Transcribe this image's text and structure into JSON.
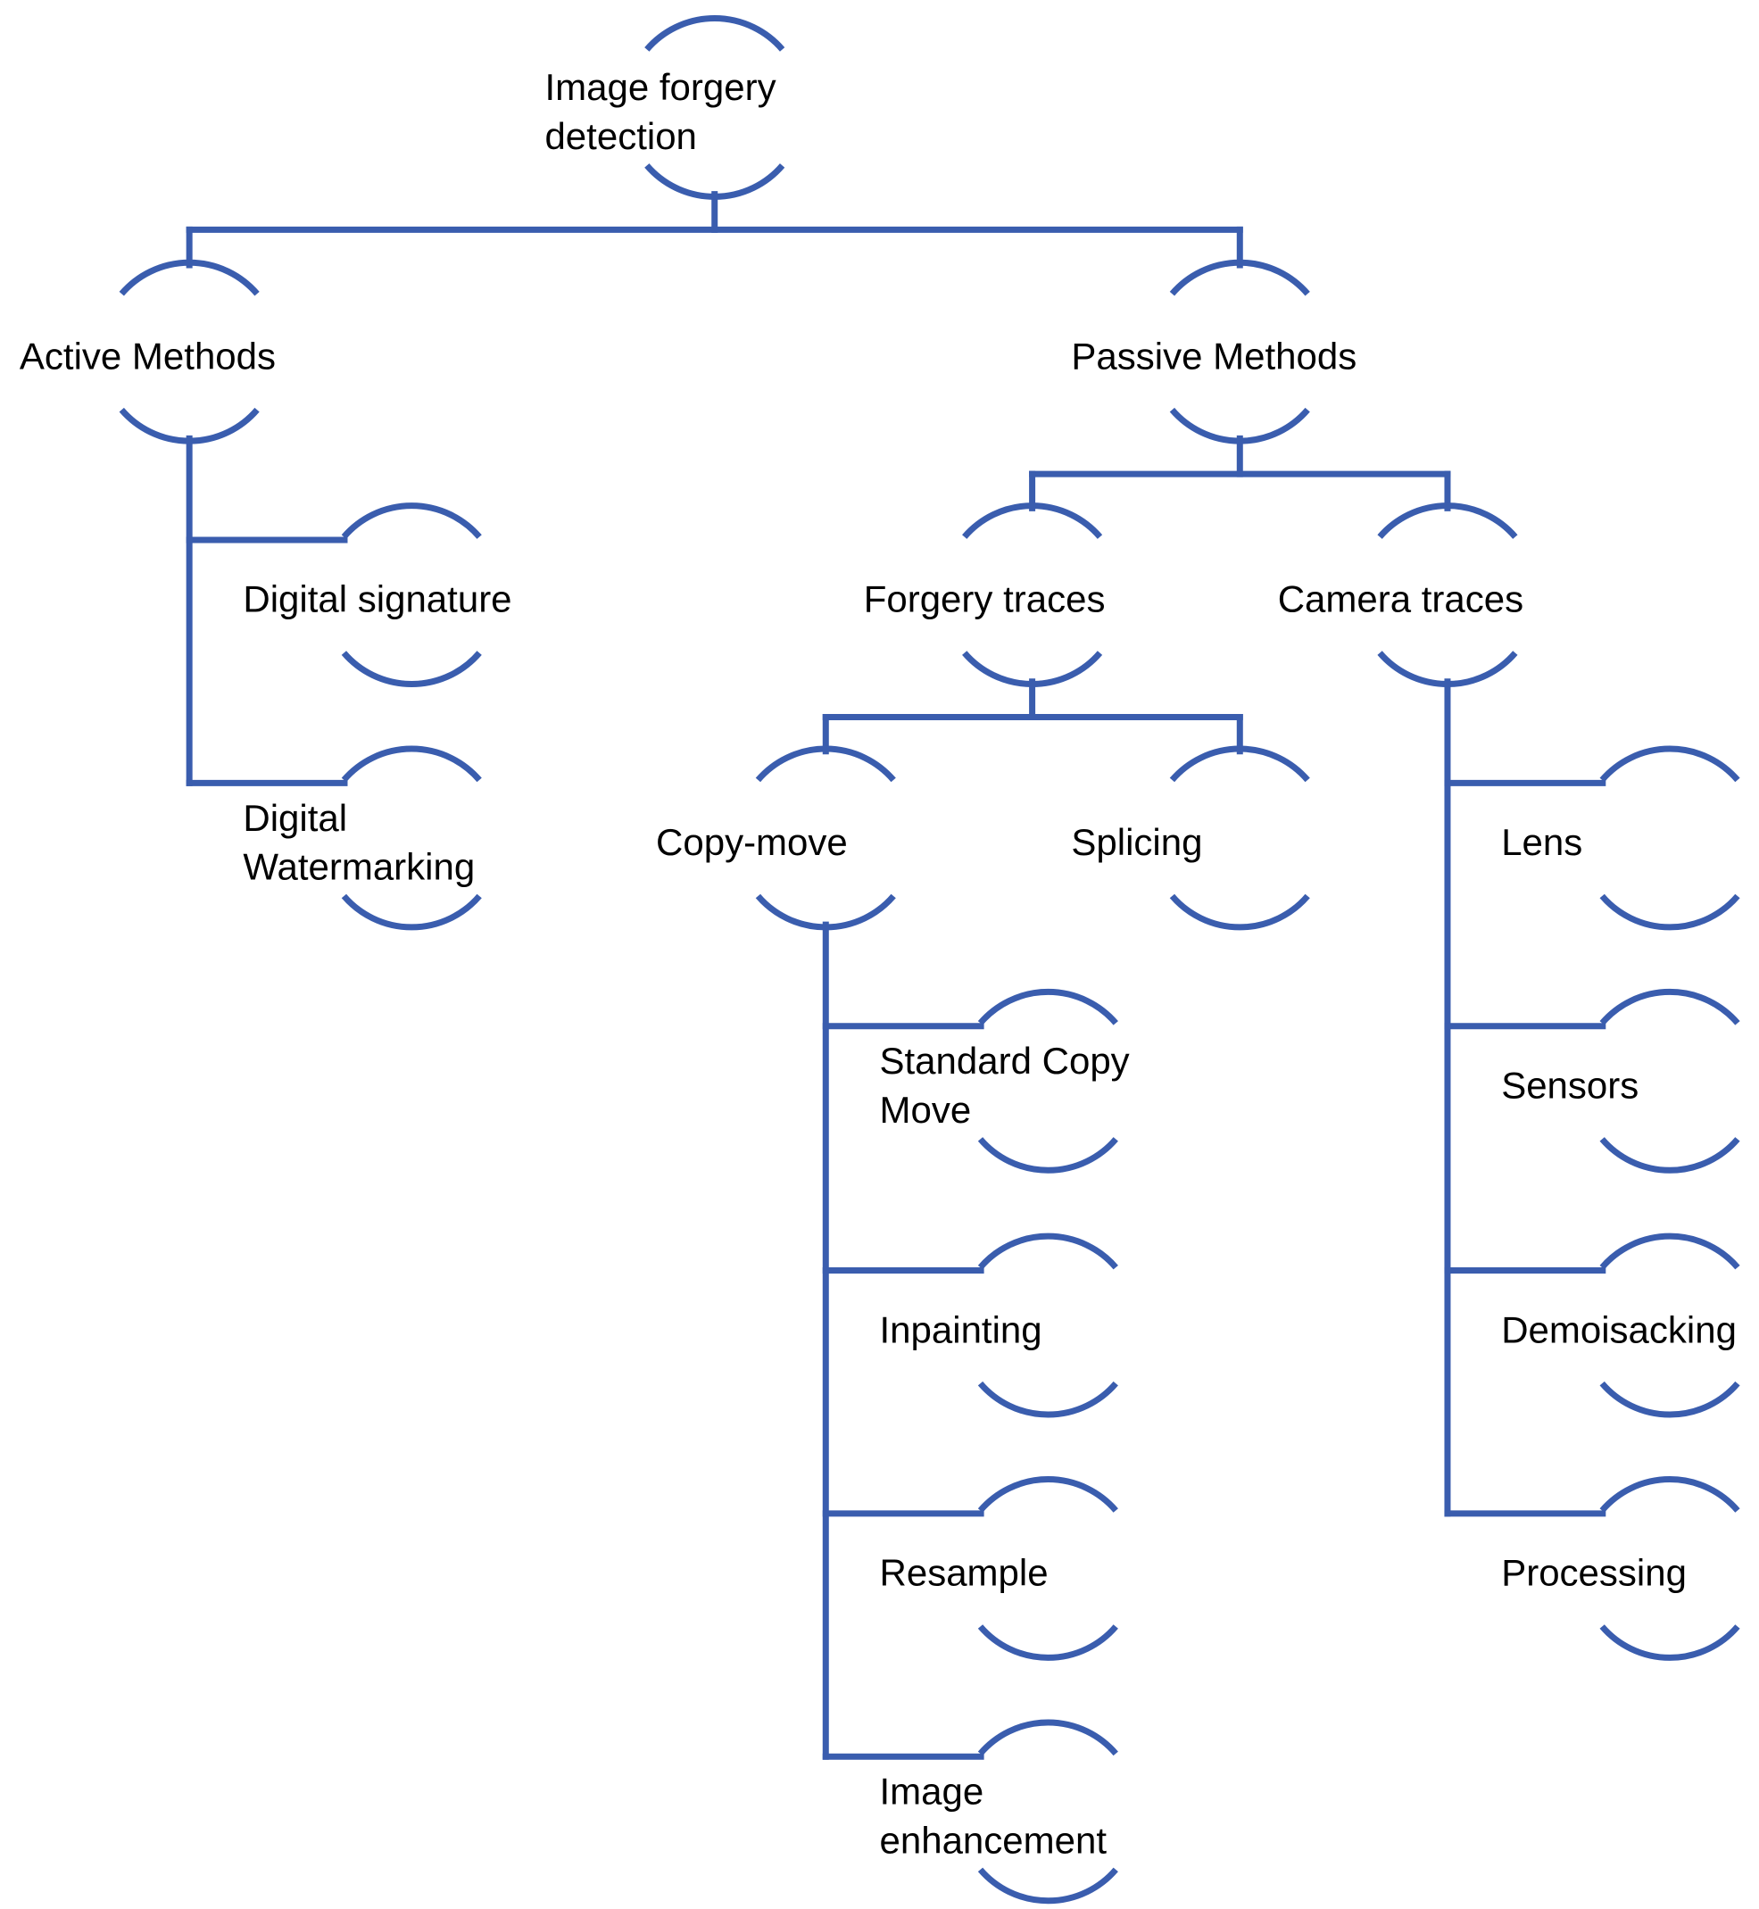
{
  "colors": {
    "line": "#3A5DAE",
    "text": "#000000",
    "background": "#FFFFFF"
  },
  "nodes": [
    {
      "id": "root",
      "lines": [
        "Image forgery",
        "detection"
      ]
    },
    {
      "id": "active",
      "lines": [
        "Active Methods"
      ]
    },
    {
      "id": "passive",
      "lines": [
        "Passive Methods"
      ]
    },
    {
      "id": "digital-signature",
      "lines": [
        "Digital signature"
      ]
    },
    {
      "id": "digital-watermarking",
      "lines": [
        "Digital",
        "Watermarking"
      ]
    },
    {
      "id": "forgery-traces",
      "lines": [
        "Forgery traces"
      ]
    },
    {
      "id": "camera-traces",
      "lines": [
        "Camera traces"
      ]
    },
    {
      "id": "copy-move",
      "lines": [
        "Copy-move"
      ]
    },
    {
      "id": "splicing",
      "lines": [
        "Splicing"
      ]
    },
    {
      "id": "standard-copy-move",
      "lines": [
        "Standard Copy",
        "Move"
      ]
    },
    {
      "id": "inpainting",
      "lines": [
        "Inpainting"
      ]
    },
    {
      "id": "resample",
      "lines": [
        "Resample"
      ]
    },
    {
      "id": "image-enhancement",
      "lines": [
        "Image",
        "enhancement"
      ]
    },
    {
      "id": "lens",
      "lines": [
        "Lens"
      ]
    },
    {
      "id": "sensors",
      "lines": [
        "Sensors"
      ]
    },
    {
      "id": "demoisacking",
      "lines": [
        "Demoisacking"
      ]
    },
    {
      "id": "processing",
      "lines": [
        "Processing"
      ]
    }
  ],
  "edges": [
    {
      "from": "root",
      "to": "active",
      "style": "org"
    },
    {
      "from": "root",
      "to": "passive",
      "style": "org"
    },
    {
      "from": "active",
      "to": "digital-signature",
      "style": "side"
    },
    {
      "from": "active",
      "to": "digital-watermarking",
      "style": "side"
    },
    {
      "from": "passive",
      "to": "forgery-traces",
      "style": "org"
    },
    {
      "from": "passive",
      "to": "camera-traces",
      "style": "org"
    },
    {
      "from": "forgery-traces",
      "to": "copy-move",
      "style": "org"
    },
    {
      "from": "forgery-traces",
      "to": "splicing",
      "style": "org"
    },
    {
      "from": "copy-move",
      "to": "standard-copy-move",
      "style": "side"
    },
    {
      "from": "copy-move",
      "to": "inpainting",
      "style": "side"
    },
    {
      "from": "copy-move",
      "to": "resample",
      "style": "side"
    },
    {
      "from": "copy-move",
      "to": "image-enhancement",
      "style": "side"
    },
    {
      "from": "camera-traces",
      "to": "lens",
      "style": "side"
    },
    {
      "from": "camera-traces",
      "to": "sensors",
      "style": "side"
    },
    {
      "from": "camera-traces",
      "to": "demoisacking",
      "style": "side"
    },
    {
      "from": "camera-traces",
      "to": "processing",
      "style": "side"
    }
  ]
}
